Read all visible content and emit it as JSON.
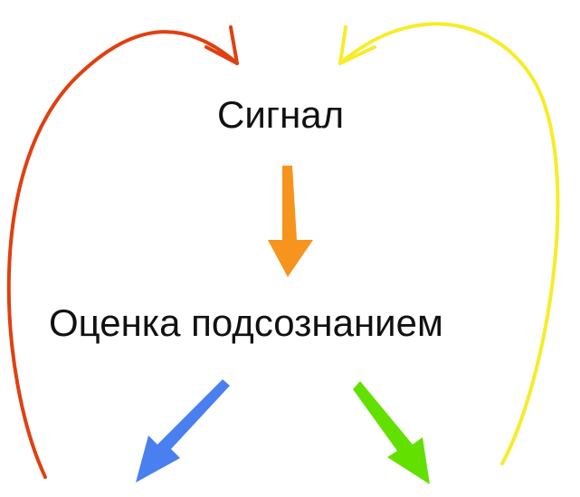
{
  "diagram": {
    "nodes": [
      {
        "id": "signal",
        "label": "Сигнал"
      },
      {
        "id": "evaluation",
        "label": "Оценка подсознанием"
      }
    ],
    "edges": [
      {
        "from": "signal",
        "to": "evaluation",
        "color": "#f7941d",
        "style": "block-arrow"
      },
      {
        "from": "evaluation",
        "to": "bottom-left",
        "color": "#4a7ff0",
        "style": "block-arrow"
      },
      {
        "from": "evaluation",
        "to": "bottom-right",
        "color": "#62e000",
        "style": "block-arrow"
      },
      {
        "from": "left-edge",
        "to": "signal",
        "color": "#e04010",
        "style": "curved-line-arrow"
      },
      {
        "from": "right-edge",
        "to": "signal",
        "color": "#f7ec2a",
        "style": "curved-line-arrow"
      }
    ]
  }
}
